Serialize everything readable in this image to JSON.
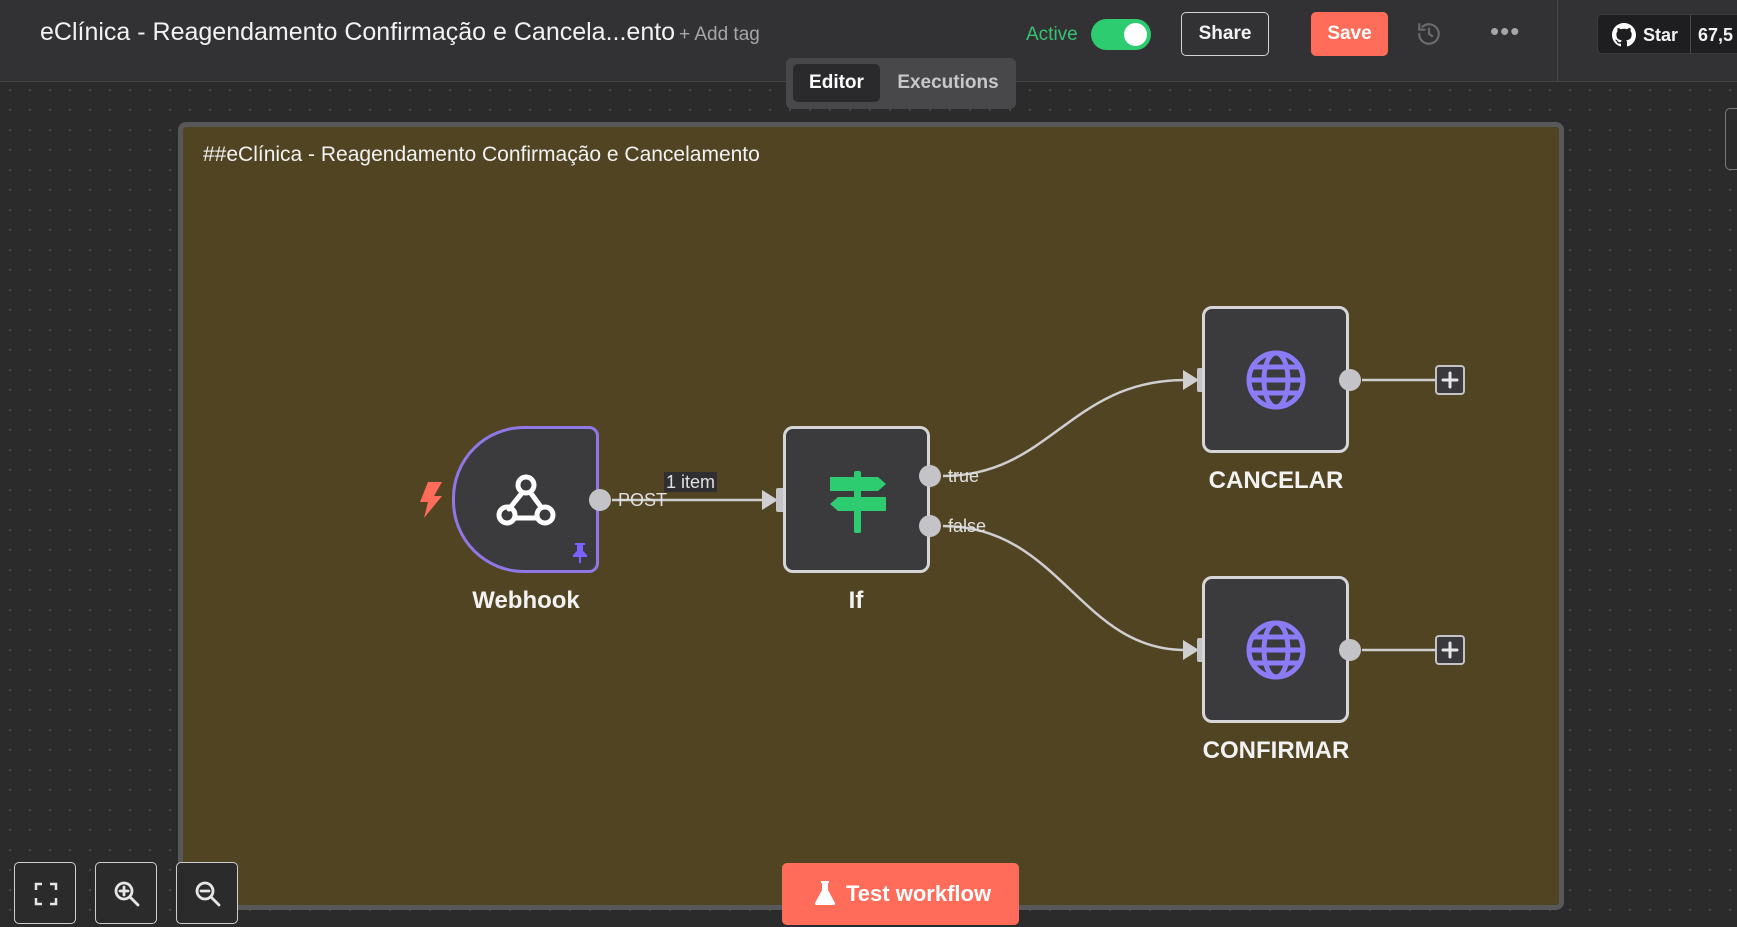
{
  "header": {
    "workflow_title": "eClínica - Reagendamento Confirmação e Cancela...ento",
    "add_tag_label": "+ Add tag",
    "active_label": "Active",
    "active_on": true,
    "share_label": "Share",
    "save_label": "Save",
    "github": {
      "star_label": "Star",
      "star_count": "67,5"
    }
  },
  "tabs": [
    {
      "label": "Editor",
      "selected": true
    },
    {
      "label": "Executions",
      "selected": false
    }
  ],
  "canvas": {
    "sticky_note_text": "##eClínica - Reagendamento Confirmação e Cancelamento",
    "nodes": [
      {
        "name": "Webhook",
        "type": "webhook",
        "pinned": true,
        "trigger": true
      },
      {
        "name": "If",
        "type": "if"
      },
      {
        "name": "CANCELAR",
        "type": "http-request"
      },
      {
        "name": "CONFIRMAR",
        "type": "http-request"
      }
    ],
    "connections": {
      "webhook_output_label": "POST",
      "webhook_items_label": "1 item",
      "if_true_label": "true",
      "if_false_label": "false"
    }
  },
  "controls": {
    "test_workflow_label": "Test workflow"
  },
  "colors": {
    "accent": "#ff6d5a",
    "active": "#2ecc71",
    "webhook_border": "#8f78e6",
    "if_icon": "#2ecc71",
    "http_icon": "#8b7cf6",
    "sticky_bg": "#514422"
  }
}
